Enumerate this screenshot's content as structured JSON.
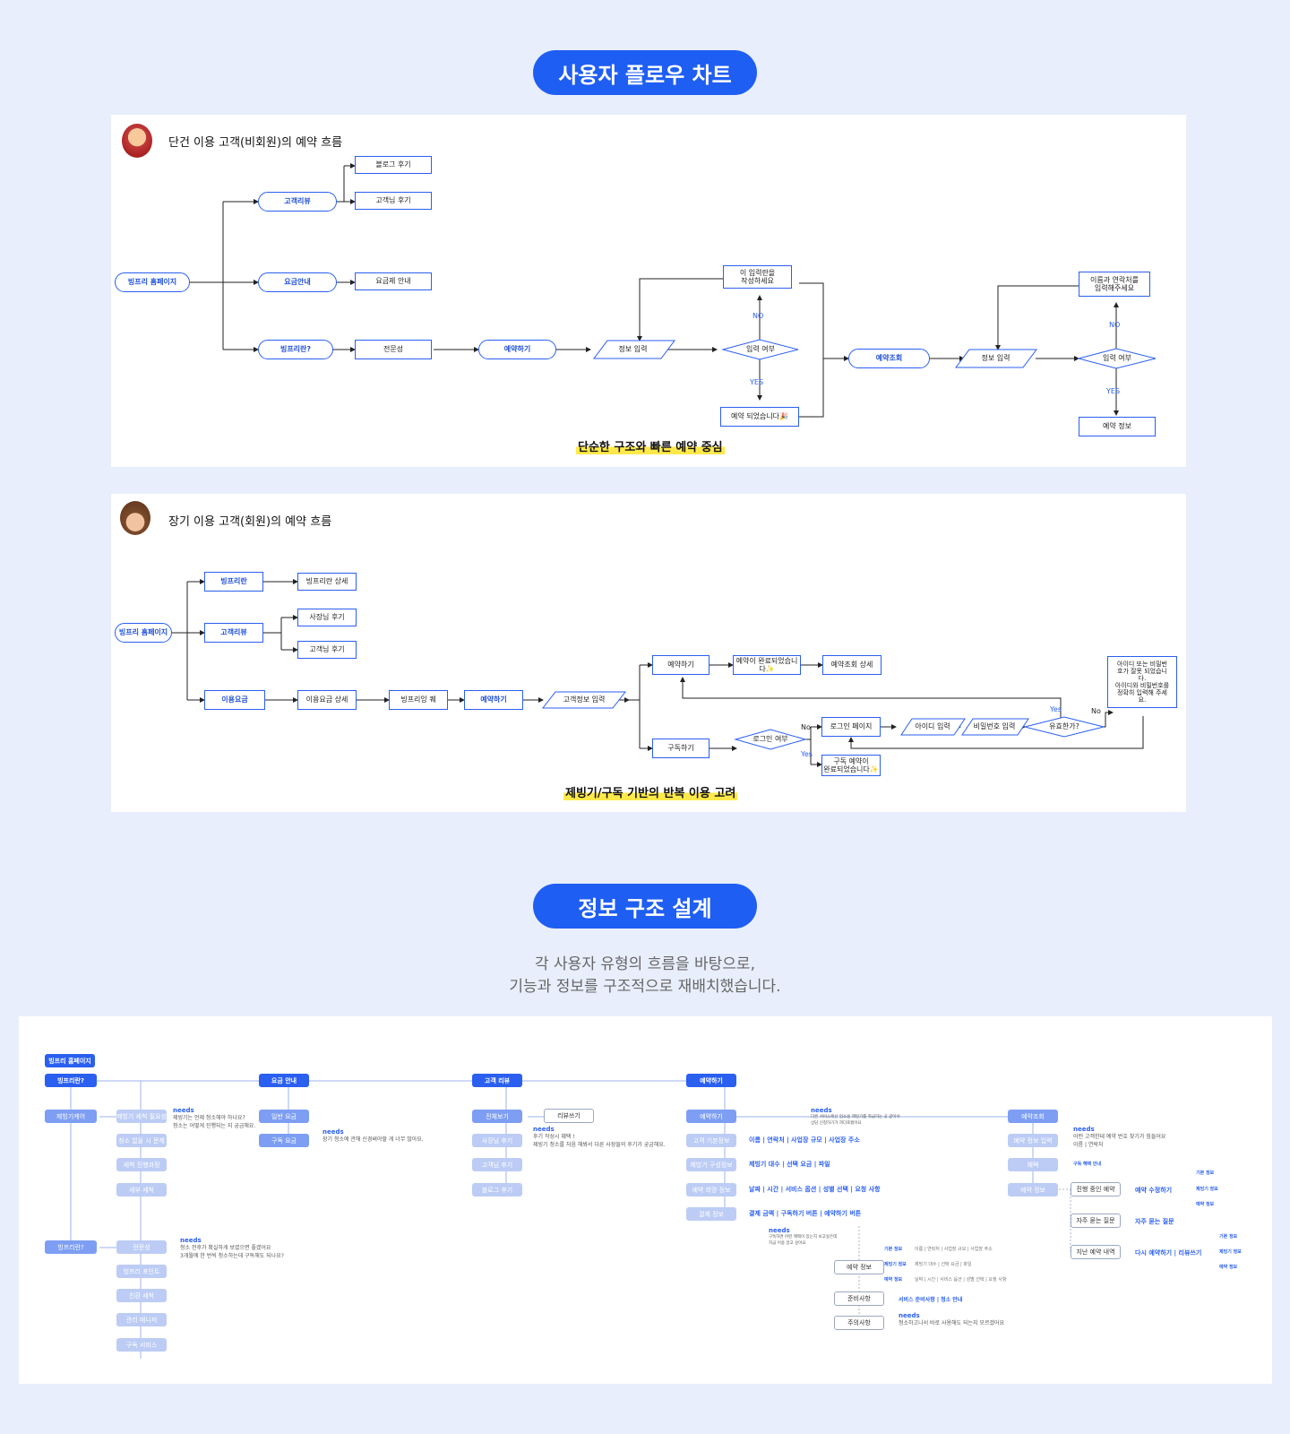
{
  "section1_title": "사용자 플로우 차트",
  "flow1": {
    "title": "단건 이용 고객(비회원)의 예약 흐름",
    "caption": "단순한 구조와 빠른 예약 중심",
    "nodes": {
      "home": "빙프리 홈페이지",
      "review": "고객리뷰",
      "blog": "블로그 후기",
      "customer_review": "고객님 후기",
      "pricing": "요금안내",
      "pricing_info": "요금제 안내",
      "about": "빙프리란?",
      "expertise": "전문성",
      "reserve": "예약하기",
      "info_input": "정보 입력",
      "input_check": "입력 여부",
      "fill_prompt": "이 입력란을\n작성하세요",
      "reserved": "예약 되었습니다🎉",
      "lookup": "예약조회",
      "info_input2": "정보 입력",
      "input_check2": "입력 여부",
      "name_prompt": "이름과 연락처를\n입력해주세요",
      "reserve_info": "예약 정보"
    },
    "labels": {
      "no": "NO",
      "yes": "YES"
    }
  },
  "flow2": {
    "title": "장기 이용 고객(회원)의 예약 흐름",
    "caption": "제빙기/구독 기반의 반복 이용 고려",
    "nodes": {
      "home": "빙프리 홈페이지",
      "about": "빙프리란",
      "about_detail": "빙프리란 상세",
      "review": "고객리뷰",
      "owner_review": "사장님 후기",
      "customer_review": "고객님 후기",
      "pricing": "이용요금",
      "pricing_detail": "이용요금 상세",
      "team": "빙프리잉 퀘",
      "reserve": "예약하기",
      "customer_info": "고객정보 입력",
      "reserve2": "예약하기",
      "reserve_done": "예약이 완료되었습니\n다✨",
      "lookup_detail": "예약조회 상세",
      "subscribe": "구독하기",
      "login_check": "로그인 여부",
      "login_page": "로그인 페이지",
      "id_input": "아이디 입력",
      "pw_input": "비밀번호 입력",
      "valid": "유효한가?",
      "error": "아이디 또는 비밀번\n호가 잘못 되었습니\n다.\n아이디와 비밀번호를\n정확히 입력해 주세\n요.",
      "sub_done": "구독 예약이\n완료되었습니다✨"
    },
    "labels": {
      "no": "No",
      "yes": "Yes"
    }
  },
  "section2_title": "정보 구조 설계",
  "section2_subtitle_1": "각 사용자 유형의 흐름을 바탕으로,",
  "section2_subtitle_2": "기능과 정보를 구조적으로 재배치했습니다.",
  "ia": {
    "root": "빙프리 홈페이지",
    "top": [
      "빙프리란?",
      "요금 안내",
      "고객 리뷰",
      "예약하기"
    ],
    "col1_sub": "제빙기케어",
    "col1_items": [
      "제빙기 세척 필요성",
      "청소 없을 시 문제",
      "세척 진행과정",
      "세부 세척"
    ],
    "col1_needs_title": "needs",
    "col1_needs": "제빙기는 언제 청소해야 하나요?\n청소는 어떻게 진행되는 지 궁금해요.",
    "col1_sub2": "빙프리란?",
    "col1_items2": [
      "전문성",
      "빙프리 포인트",
      "친환 세척",
      "관리 매니저",
      "구독 서비스"
    ],
    "col1_needs2_title": "needs",
    "col1_needs2": "청소 전후가 확실하게 보였으면 좋겠어요\n3개월에 한 번씩 청소하는데 구독해도 되나요?",
    "col2_items": [
      "일반 요금",
      "구독 요금"
    ],
    "col2_needs_title": "needs",
    "col2_needs": "장기 청소에 관해 신경써야할 게 너무 많아요.",
    "col3_items": [
      "전체보기",
      "사장님 후기",
      "고객님 후기",
      "블로그 후기"
    ],
    "col3_write": "리뷰쓰기",
    "col3_needs_title": "needs",
    "col3_needs": "후기 작성시 혜택 !\n제빙기 청소를 처음 해봐서 다른 사장들의 후기가 궁금해요.",
    "col4_sub": "예약하기",
    "col4_items": [
      "고객 기본정보",
      "제빙기 구성정보",
      "예약 희망 정보",
      "결제 정보"
    ],
    "col4_links": [
      "이름 | 연락처 | 사업장 규모 | 사업장 주소",
      "제빙기 대수 | 선택 요금 | 파일",
      "날짜 | 시간 | 서비스 옵션 | 성별 선택 | 요청 사항",
      "결제 금액 | 구독하기 버튼 | 예약하기 버튼"
    ],
    "col4_needs_title": "needs",
    "col4_needs": "다른 서비스에선 업소용 제빙기를 취급하는 곳 같아서\n상담 신청하기가 까다로웠어요",
    "col4_needs2_title": "needs",
    "col4_needs2": "구독하면 어떤 혜택이 있는지 보고싶은데\n지금 이용 알고 싶어요",
    "col4_sub2": [
      "예약 정보",
      "준비사항",
      "주의사항"
    ],
    "col4_dots": [
      "기본 정보",
      "제빙기 정보",
      "예약 정보"
    ],
    "col4_dot_vals": [
      "이름 | 연락처 | 사업장 규모 | 사업장 주소",
      "제빙기 대수 | 선택 요금 | 파일",
      "날짜 | 시간 | 서비스 옵션 | 성별 선택 | 요청 사항"
    ],
    "col4_prep": "서비스 준비사항 | 청소 안내",
    "col4_needs3_title": "needs",
    "col4_needs3": "청소하고나서 바로 사용해도 되는지 모르겠어요",
    "col5_top": "예약조회",
    "col5_items": [
      "예약 정보 입력",
      "혜택",
      "예약 정보"
    ],
    "col5_needs_title": "needs",
    "col5_needs": "어떤 고객한테 예약 번호 찾기가 힘들어요\n이름 | 연락처",
    "col5_benefit": "구독 혜택 안내",
    "col5_boxes": [
      "진행 중인 예약",
      "자주 묻는 질문",
      "지난 예약 내역"
    ],
    "col5_links": [
      "예약 수정하기",
      "자주 묻는 질문",
      "다시 예약하기 | 리뷰쓰기"
    ],
    "col5_dots": [
      "기본 정보",
      "제빙기 정보",
      "예약 정보"
    ]
  },
  "colors": {
    "accent": "#1f5ef2",
    "background": "#e8eefb",
    "highlight": "#ffe94a"
  }
}
